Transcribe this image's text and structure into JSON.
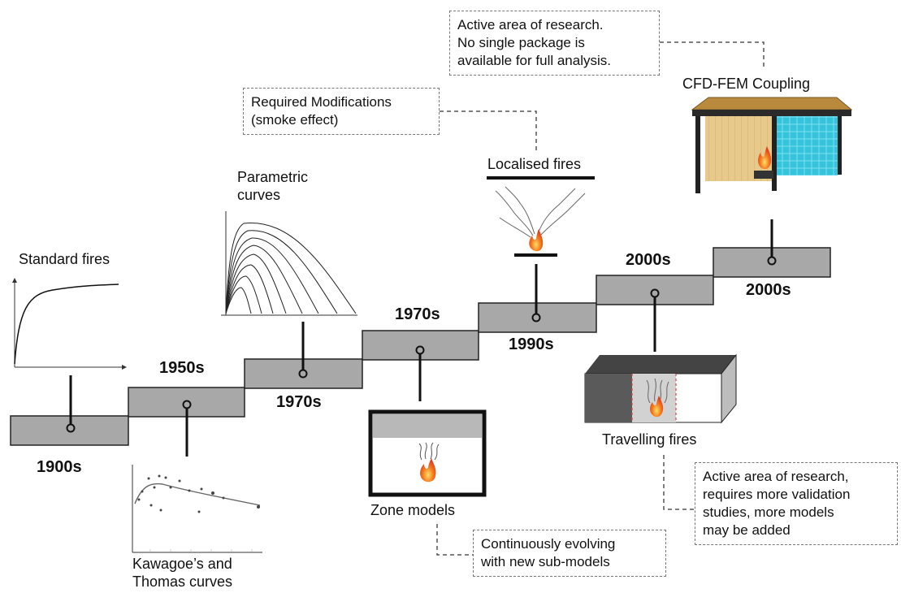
{
  "steps": [
    {
      "year": "1900s",
      "label": [
        "Standard fires"
      ]
    },
    {
      "year": "1950s",
      "label": [
        "Kawagoe’s and",
        "Thomas curves"
      ]
    },
    {
      "year": "1970s",
      "label": [
        "Parametric",
        "curves"
      ]
    },
    {
      "year": "1970s",
      "label": [
        "Zone models"
      ]
    },
    {
      "year": "1990s",
      "label": [
        "Localised fires"
      ]
    },
    {
      "year": "2000s",
      "label": [
        "Travelling fires"
      ]
    },
    {
      "year": "2000s",
      "label": [
        "CFD-FEM Coupling"
      ]
    }
  ],
  "notes": {
    "localised": [
      "Required Modifications",
      "(smoke effect)"
    ],
    "cfd": [
      "Active area of research.",
      "No single package is",
      "available for full analysis."
    ],
    "zone": [
      "Continuously evolving",
      "with new sub-models"
    ],
    "travelling": [
      "Active area of research,",
      "requires more validation",
      "studies, more models",
      "may be added"
    ]
  },
  "colors": {
    "step_fill": "#a8a8a8",
    "flame": "#f47a1f",
    "wood_wall": "#e8c98c",
    "glass_wall": "#36c4dc"
  }
}
